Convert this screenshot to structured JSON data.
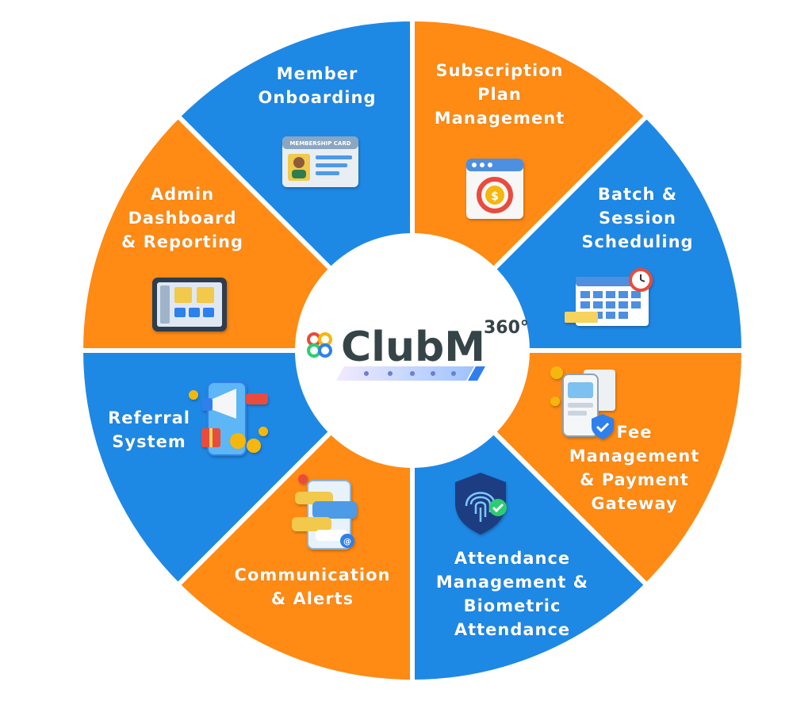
{
  "brand": {
    "name": "ClubM",
    "superscript": "360°"
  },
  "segments": [
    {
      "id": "member-onboarding",
      "lines": [
        "Member",
        "Onboarding"
      ],
      "color": "#1E88E5",
      "icon": "membership-card-icon",
      "icon_text": "MEMBERSHIP CARD"
    },
    {
      "id": "subscription-plan-management",
      "lines": [
        "Subscription",
        "Plan",
        "Management"
      ],
      "color": "#FF8A14",
      "icon": "subscription-renewal-icon"
    },
    {
      "id": "batch-session-scheduling",
      "lines": [
        "Batch &",
        "Session",
        "Scheduling"
      ],
      "color": "#1E88E5",
      "icon": "calendar-clock-icon"
    },
    {
      "id": "fee-management-payment-gateway",
      "lines": [
        "Fee",
        "Management",
        "& Payment",
        "Gateway"
      ],
      "color": "#FF8A14",
      "icon": "payment-phone-icon"
    },
    {
      "id": "attendance-biometric",
      "lines": [
        "Attendance",
        "Management &",
        "Biometric",
        "Attendance"
      ],
      "color": "#1E88E5",
      "icon": "fingerprint-shield-icon"
    },
    {
      "id": "communication-alerts",
      "lines": [
        "Communication",
        "& Alerts"
      ],
      "color": "#FF8A14",
      "icon": "chat-bubbles-icon"
    },
    {
      "id": "referral-system",
      "lines": [
        "Referral",
        "System"
      ],
      "color": "#1E88E5",
      "icon": "megaphone-phone-icon"
    },
    {
      "id": "admin-dashboard-reporting",
      "lines": [
        "Admin",
        "Dashboard",
        "& Reporting"
      ],
      "color": "#FF8A14",
      "icon": "dashboard-tablet-icon"
    }
  ],
  "colors": {
    "blue": "#1E88E5",
    "orange": "#FF8A14",
    "center": "#FFFFFF",
    "divider": "#FFFFFF",
    "brand_text": "#354447"
  }
}
